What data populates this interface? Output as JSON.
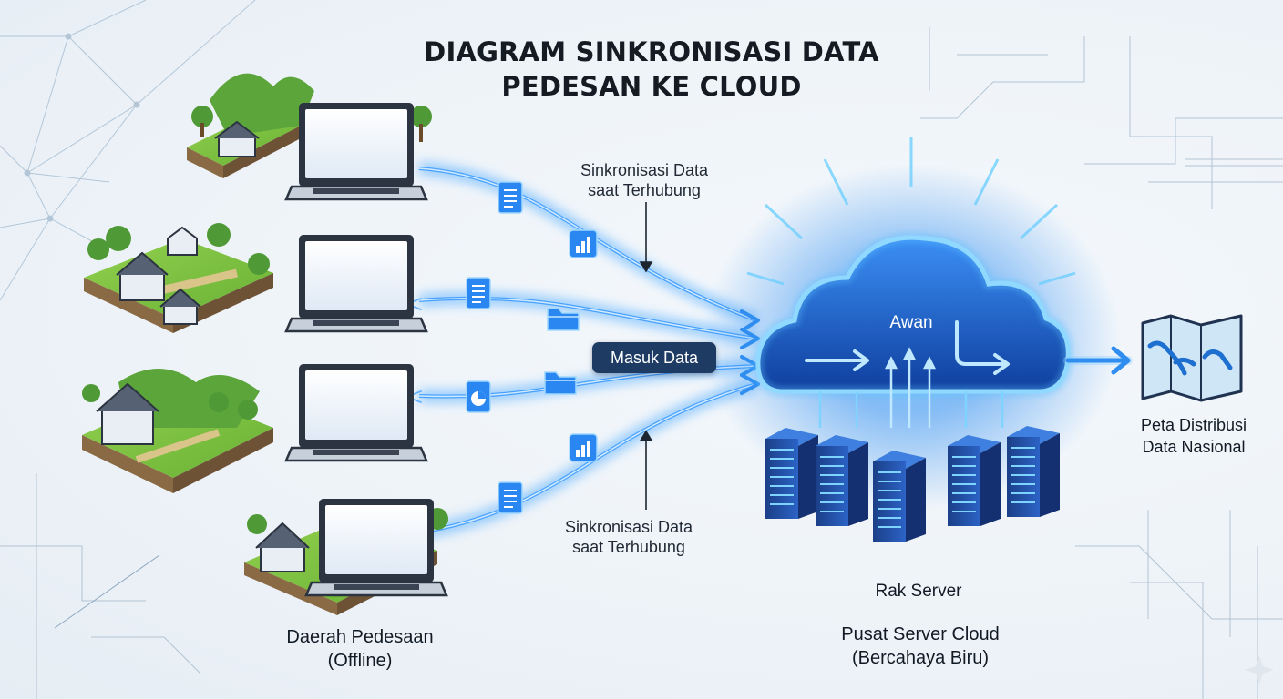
{
  "title": {
    "line1": "DIAGRAM SINKRONISASI DATA",
    "line2": "PEDESAN KE CLOUD"
  },
  "sync_label_top": {
    "line1": "Sinkronisasi Data",
    "line2": "saat Terhubung"
  },
  "sync_label_bottom": {
    "line1": "Sinkronisasi Data",
    "line2": "saat Terhubung"
  },
  "ingest_label": "Masuk Data",
  "cloud_label": "Awan",
  "rack_label": "Rak Server",
  "server_center_label": {
    "line1": "Pusat Server Cloud",
    "line2": "(Bercahaya Biru)"
  },
  "map_label": {
    "line1": "Peta Distribusi",
    "line2": "Data Nasional"
  },
  "rural_label": {
    "line1": "Daerah Pedesaan",
    "line2": "(Offline)"
  },
  "colors": {
    "flow_glow": "#4aa8ff",
    "cloud_blue": "#1e6fe0",
    "cloud_glow": "#5ec2ff",
    "grass": "#7cc142",
    "pill": "#1d3b63"
  },
  "icons": [
    "laptop-icon",
    "village-icon",
    "document-icon",
    "bar-chart-icon",
    "folder-icon",
    "pie-chart-icon",
    "cloud-icon",
    "server-rack-icon",
    "map-icon",
    "arrow-icon"
  ]
}
